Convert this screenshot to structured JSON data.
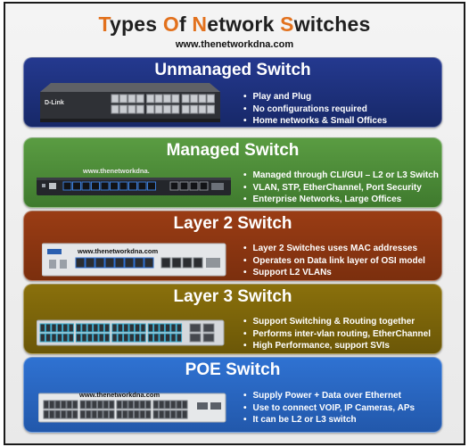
{
  "header": {
    "title_parts": [
      {
        "text": "T",
        "accent": true
      },
      {
        "text": "ypes ",
        "accent": false
      },
      {
        "text": "O",
        "accent": true
      },
      {
        "text": "f ",
        "accent": false
      },
      {
        "text": "N",
        "accent": true
      },
      {
        "text": "etwork ",
        "accent": false
      },
      {
        "text": "S",
        "accent": true
      },
      {
        "text": "witches",
        "accent": false
      }
    ],
    "subtitle": "www.thenetworkdna.com"
  },
  "colors": {
    "accent": "#e2711d",
    "unmanaged": "#1c2f7e",
    "managed": "#4c8a37",
    "layer2": "#8b3511",
    "layer3": "#7b6409",
    "poe": "#2864bf"
  },
  "switches": [
    {
      "name": "Unmanaged Switch",
      "bullets": [
        "Play and Plug",
        "No configurations required",
        "Home networks & Small Offices"
      ],
      "device_brand": "D-Link"
    },
    {
      "name": "Managed Switch",
      "bullets": [
        "Managed through CLI/GUI – L2 or L3 Switch",
        "VLAN, STP, EtherChannel, Port Security",
        "Enterprise Networks, Large Offices"
      ],
      "watermark": "www.thenetworkdna."
    },
    {
      "name": "Layer 2 Switch",
      "bullets": [
        "Layer 2 Switches uses MAC addresses",
        "Operates on Data link layer of OSI model",
        "Support L2 VLANs"
      ],
      "watermark": "www.thenetworkdna.com"
    },
    {
      "name": "Layer 3 Switch",
      "bullets": [
        "Support Switching & Routing together",
        "Performs inter-vlan routing, EtherChannel",
        "High Performance, support SVIs"
      ]
    },
    {
      "name": "POE Switch",
      "bullets": [
        "Supply Power + Data over Ethernet",
        "Use to connect VOIP, IP Cameras, APs",
        "It can be L2 or L3 switch"
      ],
      "watermark": "www.thenetworkdna.com"
    }
  ]
}
